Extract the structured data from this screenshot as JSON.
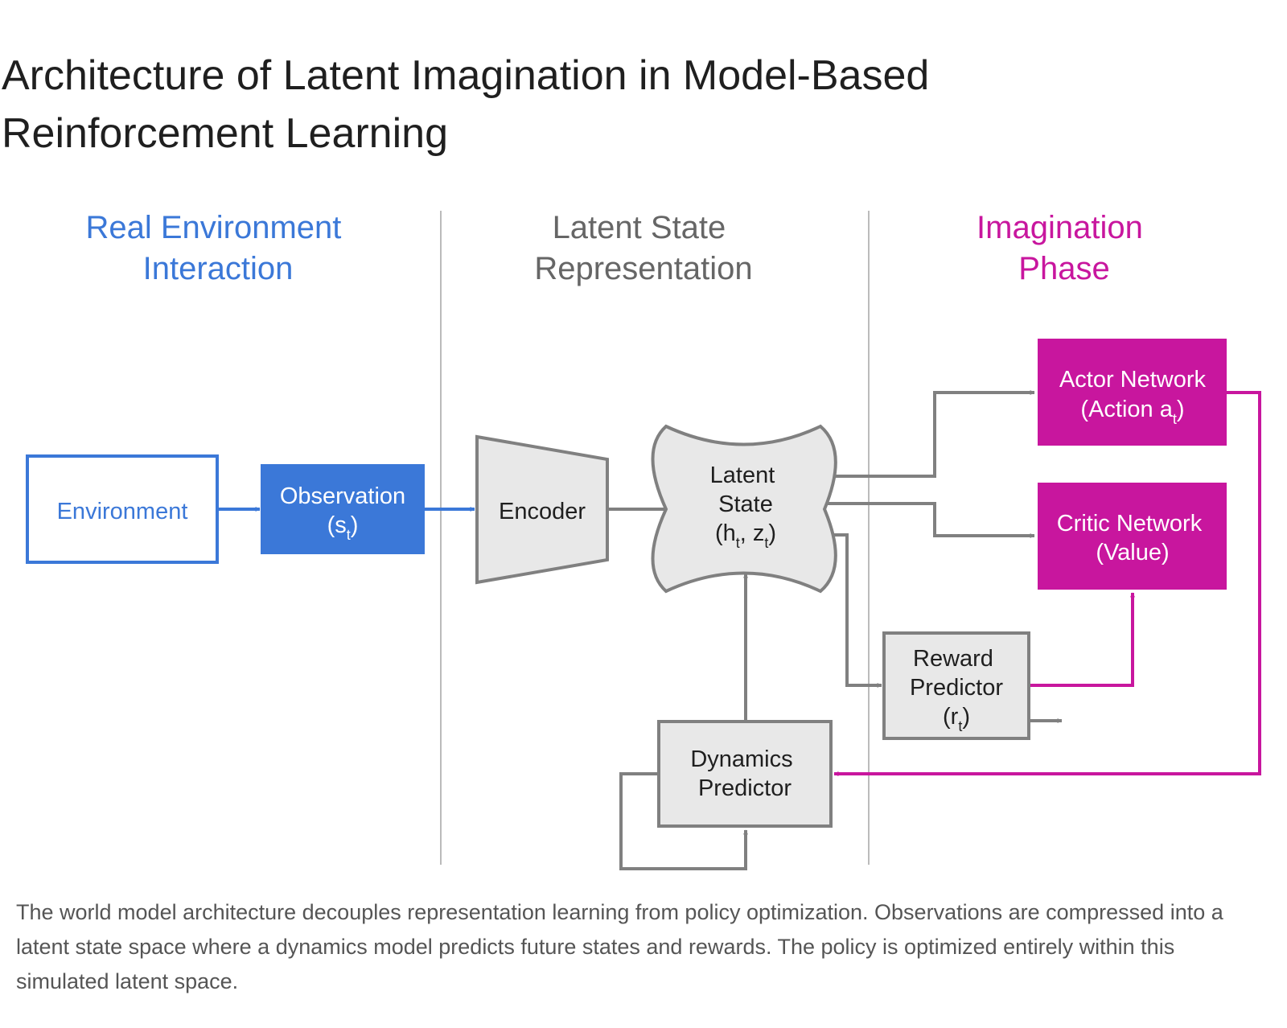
{
  "title": "Architecture of Latent Imagination in Model-Based Reinforcement Learning",
  "caption": "The world model architecture decouples representation learning from policy optimization. Observations are compressed into a latent state space where a dynamics model predicts future states and rewards. The policy is optimized entirely within this simulated latent space.",
  "colors": {
    "blue": "#3b78d8",
    "magenta": "#c8169e",
    "gray": "#808080",
    "box_fill": "#e8e8e8",
    "divider": "#bbbbbb"
  },
  "sections": {
    "real": {
      "line1": "Real Environment",
      "line2": "Interaction"
    },
    "latent": {
      "line1": "Latent State",
      "line2": "Representation"
    },
    "imagination": {
      "line1": "Imagination",
      "line2": "Phase"
    }
  },
  "nodes": {
    "environment": {
      "label": "Environment"
    },
    "observation": {
      "line1": "Observation",
      "line2_open": "(s",
      "line2_sub": "t",
      "line2_close": ")"
    },
    "encoder": {
      "label": "Encoder"
    },
    "latent_state": {
      "line1": "Latent",
      "line2": "State",
      "line3_a": "(h",
      "line3_sub1": "t",
      "line3_b": ", z",
      "line3_sub2": "t",
      "line3_c": ")"
    },
    "actor": {
      "line1": "Actor Network",
      "line2_open": "(Action a",
      "line2_sub": "t",
      "line2_close": ")"
    },
    "critic": {
      "line1": "Critic Network",
      "line2": "(Value)"
    },
    "reward": {
      "line1": "Reward",
      "line2": "Predictor",
      "line3_open": "(r",
      "line3_sub": "t",
      "line3_close": ")"
    },
    "dynamics": {
      "line1": "Dynamics",
      "line2": "Predictor"
    }
  }
}
